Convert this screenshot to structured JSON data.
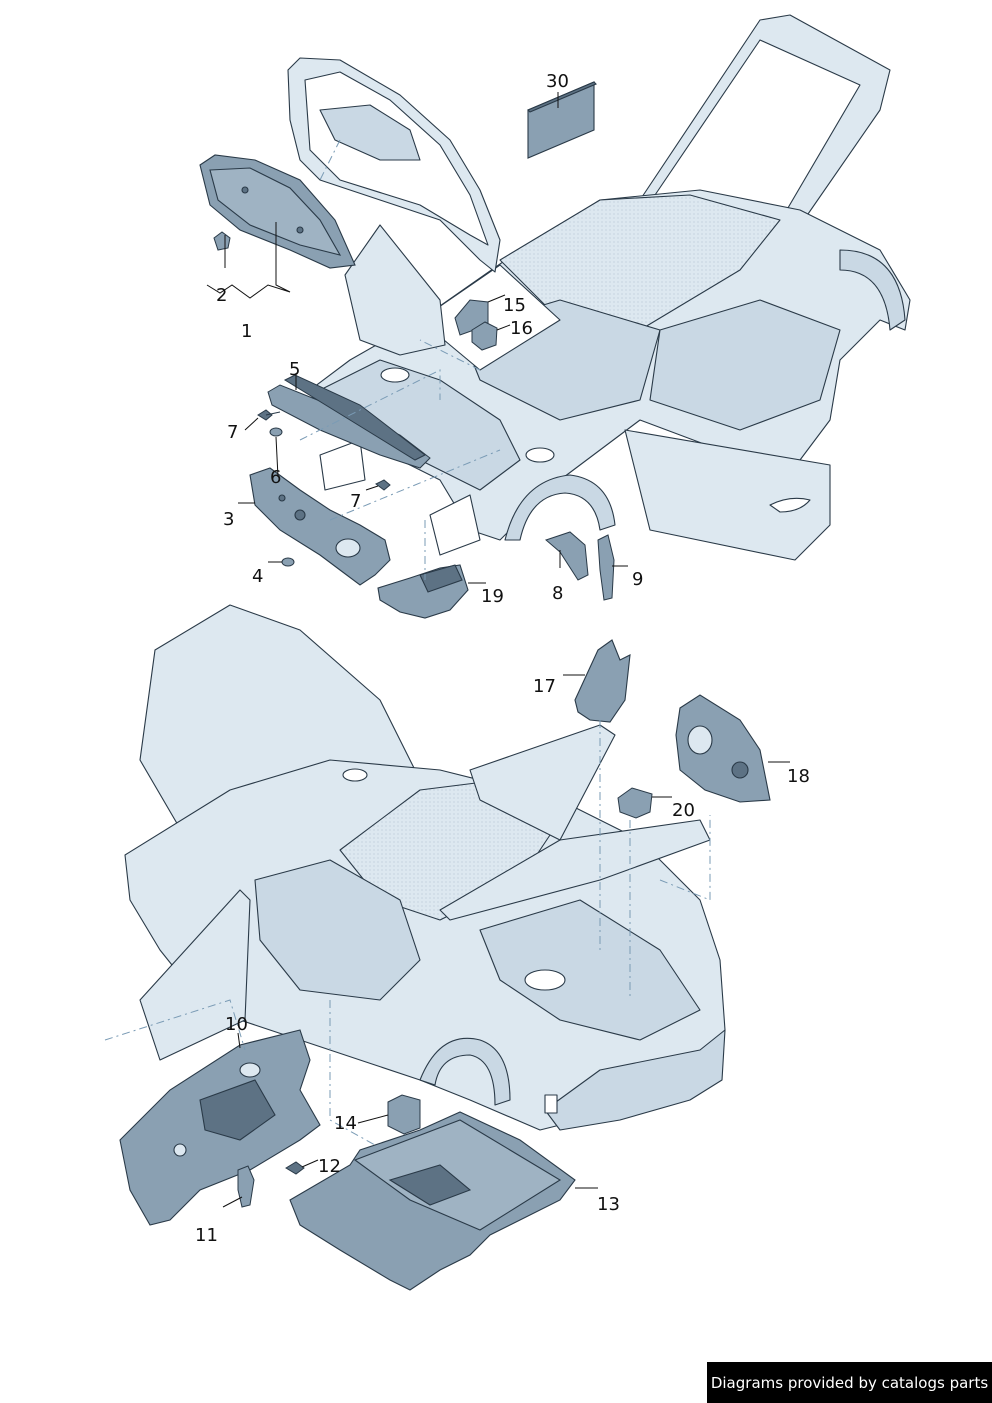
{
  "callouts": {
    "c1": "1",
    "c2": "2",
    "c3": "3",
    "c4": "4",
    "c5": "5",
    "c6": "6",
    "c7a": "7",
    "c7b": "7",
    "c8": "8",
    "c9": "9",
    "c10": "10",
    "c11": "11",
    "c12": "12",
    "c13": "13",
    "c14": "14",
    "c15": "15",
    "c16": "16",
    "c17": "17",
    "c18": "18",
    "c19": "19",
    "c20": "20",
    "c30": "30"
  },
  "credit": "Diagrams provided by catalogs parts",
  "colors": {
    "body_fill": "#dde8f0",
    "body_shade": "#c9d8e4",
    "part_fill": "#8aa0b2",
    "part_dark": "#5d7284",
    "outline": "#2a3a48",
    "dash": "#7a9bb5"
  }
}
